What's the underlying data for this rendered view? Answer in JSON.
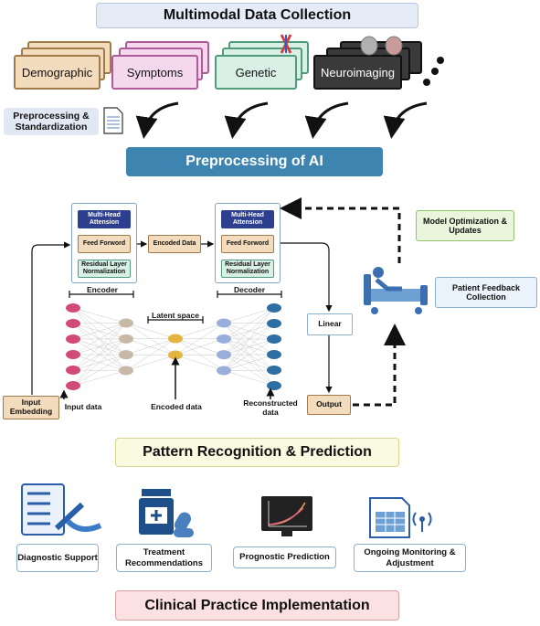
{
  "banners": {
    "collection": "Multimodal Data Collection",
    "preprocessing_ai": "Preprocessing of AI",
    "pattern": "Pattern Recognition & Prediction",
    "clinical": "Clinical Practice Implementation"
  },
  "sources": [
    {
      "label": "Demographic",
      "color": "#f2dcbd",
      "border": "#a07a48"
    },
    {
      "label": "Symptoms",
      "color": "#f5d8ee",
      "border": "#b05a9a"
    },
    {
      "label": "Genetic",
      "color": "#d8f0e6",
      "border": "#4f9b7a"
    },
    {
      "label": "Neuroimaging",
      "color": "#3a3a3a",
      "border": "#111111"
    }
  ],
  "preprocessing_std": "Preprocessing & Standardization",
  "encoder": {
    "multi_head": "Multi-Head Attension",
    "feed_forward": "Feed Forword",
    "residual": "Residual Layer Normalization",
    "title": "Encoder"
  },
  "decoder": {
    "multi_head": "Multi-Head Attension",
    "feed_forward": "Feed Forword",
    "residual": "Residual Layer Normalization",
    "title": "Decoder"
  },
  "encoded_data_box": "Encoded Data",
  "latent_space": "Latent space",
  "linear": "Linear",
  "output": "Output",
  "input_embedding": "Input Embedding",
  "input_data": "Input data",
  "encoded_data_label": "Encoded data",
  "reconstructed_data": "Reconstructed data",
  "model_optimization": "Model Optimization & Updates",
  "patient_feedback": "Patient Feedback Collection",
  "outcomes": [
    "Diagnostic Support",
    "Treatment Recommendations",
    "Prognostic Prediction",
    "Ongoing Monitoring & Adjustment"
  ]
}
